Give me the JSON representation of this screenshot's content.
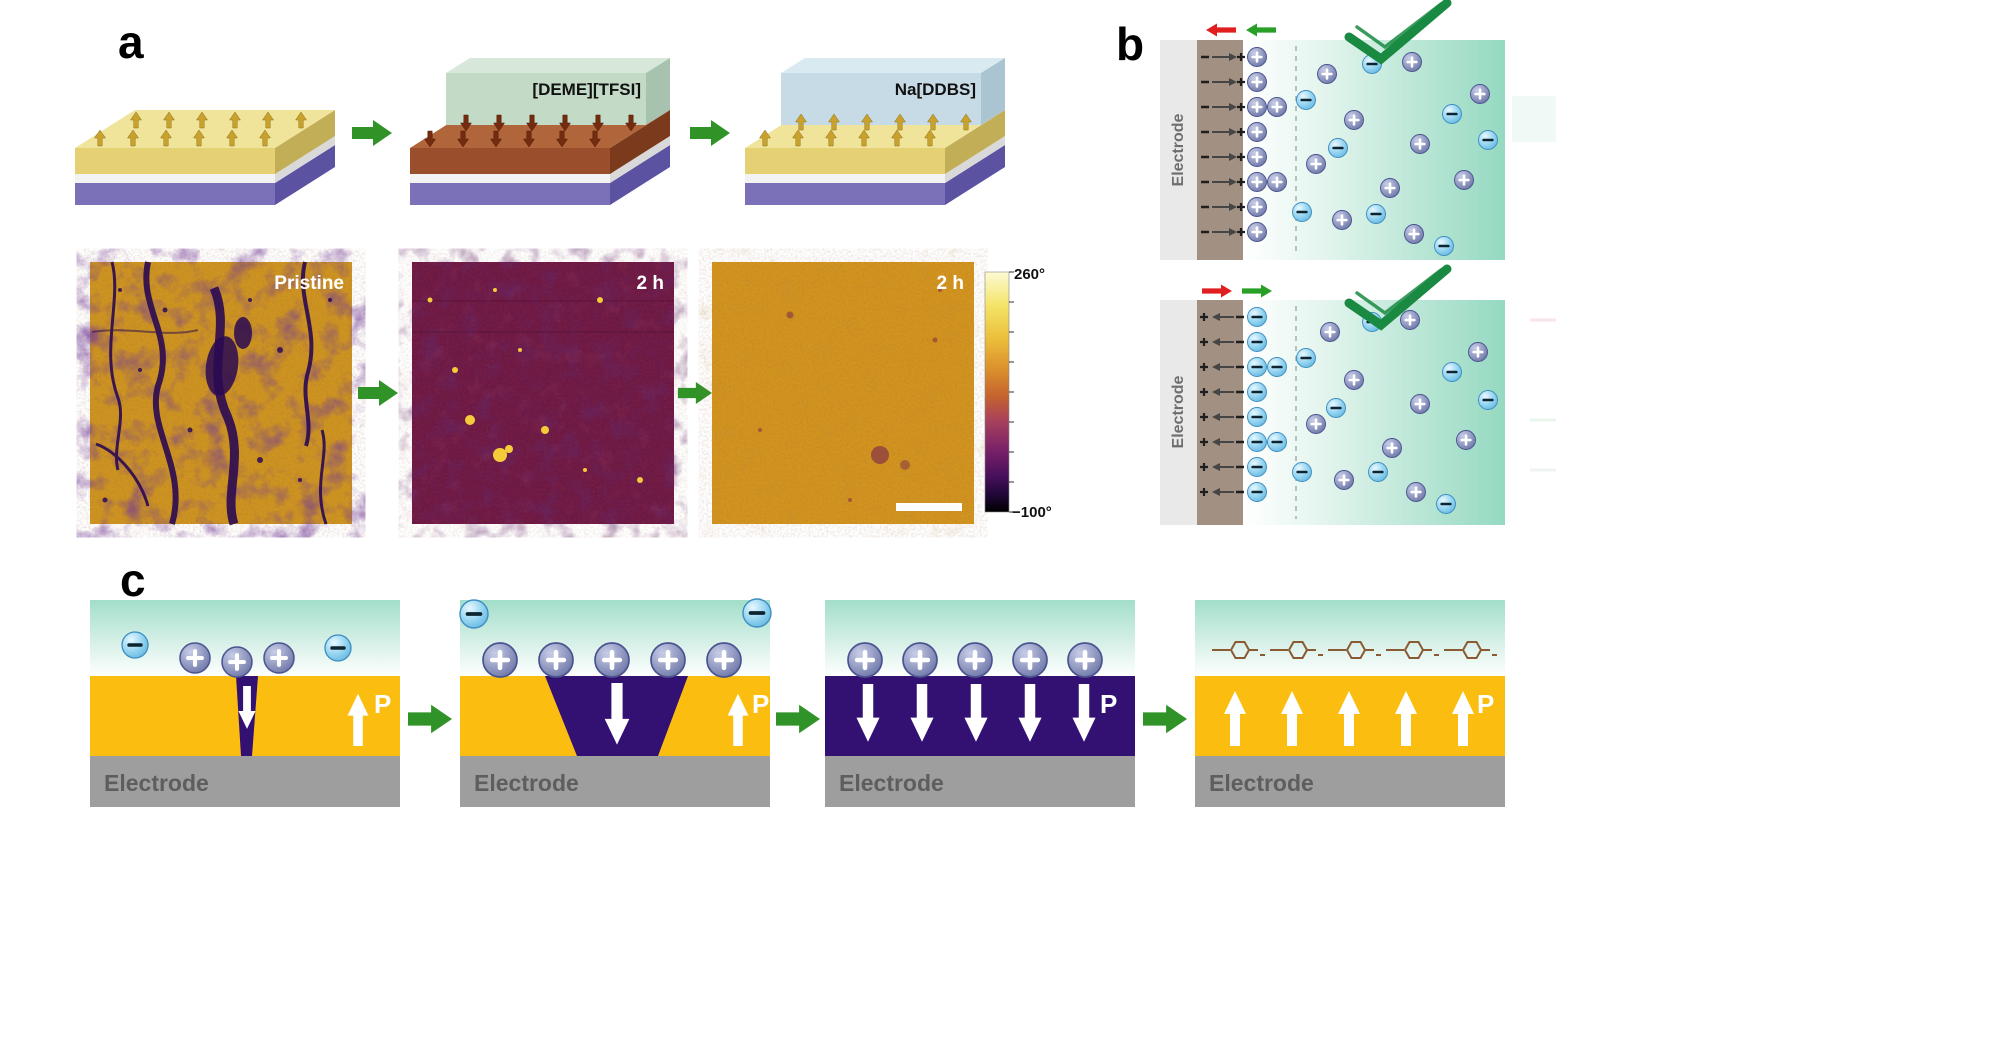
{
  "panel_a": {
    "label": "a",
    "ionic_liquid_labels": {
      "il1": "[DEME][TFSI]",
      "il2": "Na[DDBS]"
    },
    "pfm_images": [
      {
        "label": "Pristine"
      },
      {
        "label": "2 h"
      },
      {
        "label": "2 h"
      }
    ],
    "colorbar": {
      "max": "260°",
      "min": "−100°"
    }
  },
  "panel_b": {
    "label": "b",
    "top_electrode_label": "Electrode",
    "bottom_electrode_label": "Electrode"
  },
  "panel_c": {
    "label": "c",
    "electrode_label": "Electrode",
    "polarization_label": "P"
  },
  "colors": {
    "background": "#FFFFFF",
    "green_arrow": "#2F9327",
    "ferroelectric_yellow": "#FBBE10",
    "domain_purple": "#331173",
    "electrode_gray": "#9E9E9E",
    "electrolyte_teal": "#95D9C1",
    "il1_slab_green": "#C2DAC6",
    "il2_slab_blue": "#C6DBE5",
    "substrate_purple": "#7A71B8",
    "switched_layer_brown": "#9A4E2B",
    "cation_blue": "#8A92BC",
    "anion_blue": "#90D2F0",
    "check_green": "#1A8A42",
    "indicator_red": "#E02020",
    "pfm_orange": "#D2941E",
    "pfm_maroon": "#6E1845"
  }
}
